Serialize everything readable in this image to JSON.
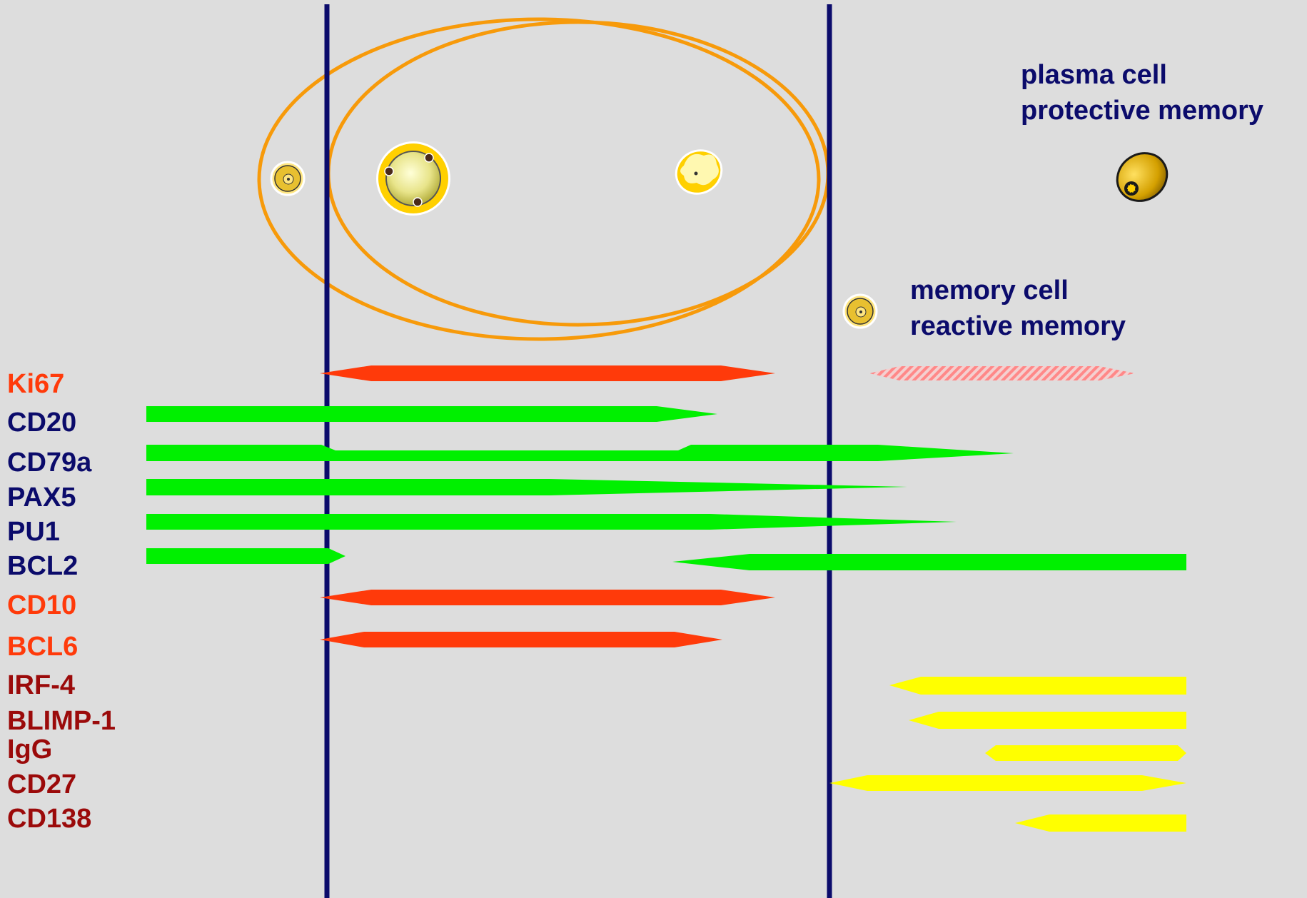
{
  "colors": {
    "background": "#dddddd",
    "divider": "#0b0b6b",
    "germinal_center_outline": "#f79a0a",
    "green_bar": "#00f000",
    "red_bar": "#ff3a0a",
    "yellow_bar": "#ffff00",
    "hatched_bar": "#ff8888",
    "label_navy": "#0b0b6b",
    "label_red": "#ff3a0a",
    "label_dark_red": "#9b0a0a"
  },
  "cells": {
    "plasma": {
      "line1": "plasma cell",
      "line2": "protective memory",
      "icon": "plasma-cell-icon"
    },
    "memory": {
      "line1": "memory cell",
      "line2": "reactive memory",
      "icon": "memory-cell-icon"
    },
    "naive_icon": "naive-b-cell-icon",
    "centroblast_icon": "centroblast-icon",
    "centrocyte_icon": "centrocyte-icon"
  },
  "markers": [
    {
      "key": "ki67",
      "label": "Ki67",
      "color": "label_red"
    },
    {
      "key": "cd20",
      "label": "CD20",
      "color": "label_navy"
    },
    {
      "key": "cd79a",
      "label": "CD79a",
      "color": "label_navy"
    },
    {
      "key": "pax5",
      "label": "PAX5",
      "color": "label_navy"
    },
    {
      "key": "pu1",
      "label": "PU1",
      "color": "label_navy"
    },
    {
      "key": "bcl2",
      "label": "BCL2",
      "color": "label_navy"
    },
    {
      "key": "cd10",
      "label": "CD10",
      "color": "label_red"
    },
    {
      "key": "bcl6",
      "label": "BCL6",
      "color": "label_red"
    },
    {
      "key": "irf4",
      "label": "IRF-4",
      "color": "label_dark_red"
    },
    {
      "key": "blimp1",
      "label": "BLIMP-1",
      "color": "label_dark_red"
    },
    {
      "key": "igg",
      "label": "IgG",
      "color": "label_dark_red"
    },
    {
      "key": "cd27",
      "label": "CD27",
      "color": "label_dark_red"
    },
    {
      "key": "cd138",
      "label": "CD138",
      "color": "label_dark_red"
    }
  ]
}
